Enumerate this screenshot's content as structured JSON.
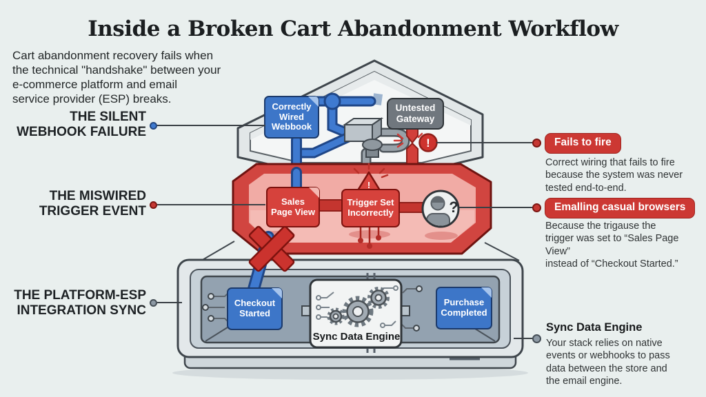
{
  "title": "Inside a Broken Cart Abandonment Workflow",
  "intro": "Cart abandonment recovery fails when\nthe technical \"handshake\" between your\ne-commerce platform and email\nservice provider (ESP) breaks.",
  "left_labels": {
    "webhook": "THE SILENT\nWEBHOOK FAILURE",
    "trigger": "THE MISWIRED\nTRIGGER EVENT",
    "platform": "THE PLATFORM-ESP\nINTEGRATION SYNC"
  },
  "diagram": {
    "webhook_box": "Correctly\nWired\nWebbook",
    "gateway_box": "Untested\nGateway",
    "alert_mark": "!",
    "warning_mark": "!",
    "sales_box": "Sales\nPage View",
    "trigger_box": "Trigger Set\nIncorrectly",
    "question_mark": "?",
    "checkout_box": "Checkout\nStarted",
    "engine_label": "Sync Data Engine",
    "purchase_box": "Purchase\nCompleted"
  },
  "annotations": {
    "fails": {
      "badge": "Fails to fire",
      "text": "Correct wiring that fails to fire\nbecause the system was never\ntested end-to-end."
    },
    "emailing": {
      "badge": "Emalling casual browsers",
      "text": "Because the trigause the\ntrigger was set to “Sales Page View”\ninstead of “Checkout Started.”"
    },
    "sync": {
      "title": "Sync Data Engine",
      "text": "Your stack relies on native\nevents or webhooks to pass\ndata between the store and\nthe email engine."
    }
  },
  "colors": {
    "background": "#e9efee",
    "accent_red": "#cc3833",
    "accent_blue": "#3d76c8",
    "layer_gray": "#93a2b0"
  }
}
